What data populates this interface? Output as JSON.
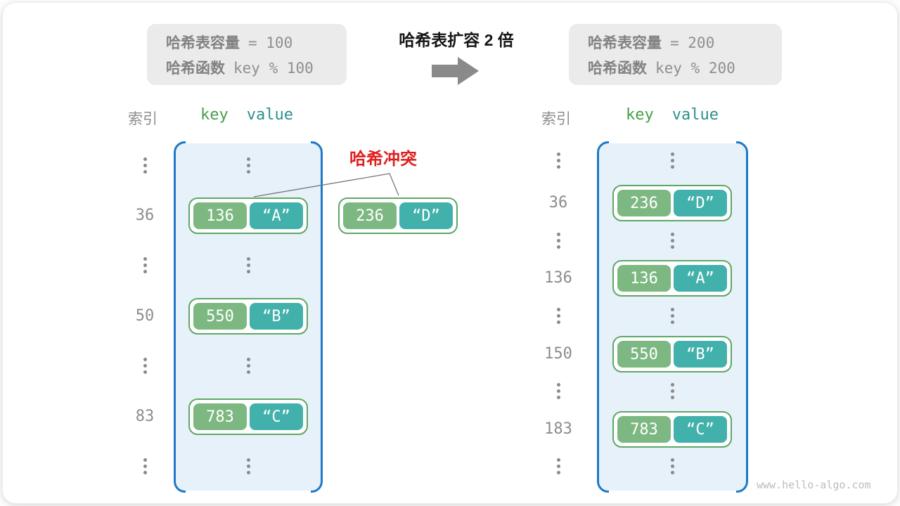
{
  "panel_before": {
    "cap_label": "哈希表容量",
    "cap_value": "= 100",
    "fn_label": "哈希函数",
    "fn_value": "key % 100"
  },
  "panel_after": {
    "cap_label": "哈希表容量",
    "cap_value": "= 200",
    "fn_label": "哈希函数",
    "fn_value": "key % 200"
  },
  "transform_title": "哈希表扩容 2 倍",
  "collision_label": "哈希冲突",
  "headers": {
    "index": "索引",
    "key": "key",
    "value": "value"
  },
  "left_table": {
    "indices": [
      "36",
      "50",
      "83"
    ],
    "pairs": [
      {
        "key": "136",
        "value": "“A”"
      },
      {
        "key": "550",
        "value": "“B”"
      },
      {
        "key": "783",
        "value": "“C”"
      }
    ]
  },
  "standalone_pair": {
    "key": "236",
    "value": "“D”"
  },
  "right_table": {
    "indices": [
      "36",
      "136",
      "150",
      "183"
    ],
    "pairs": [
      {
        "key": "236",
        "value": "“D”"
      },
      {
        "key": "136",
        "value": "“A”"
      },
      {
        "key": "550",
        "value": "“B”"
      },
      {
        "key": "783",
        "value": "“C”"
      }
    ]
  },
  "watermark": "www.hello-algo.com",
  "colors": {
    "bucket_fill": "#e6f1fa",
    "bucket_border": "#1d79c7",
    "key_cell": "#7db882",
    "value_cell": "#43b1ab",
    "pair_border": "#5ea865",
    "key_header": "#479e4b",
    "value_header": "#2e8f8c",
    "collision_red": "#e01f1f",
    "gray_text": "#8c8c8c",
    "panel_bg": "#ebebeb"
  }
}
